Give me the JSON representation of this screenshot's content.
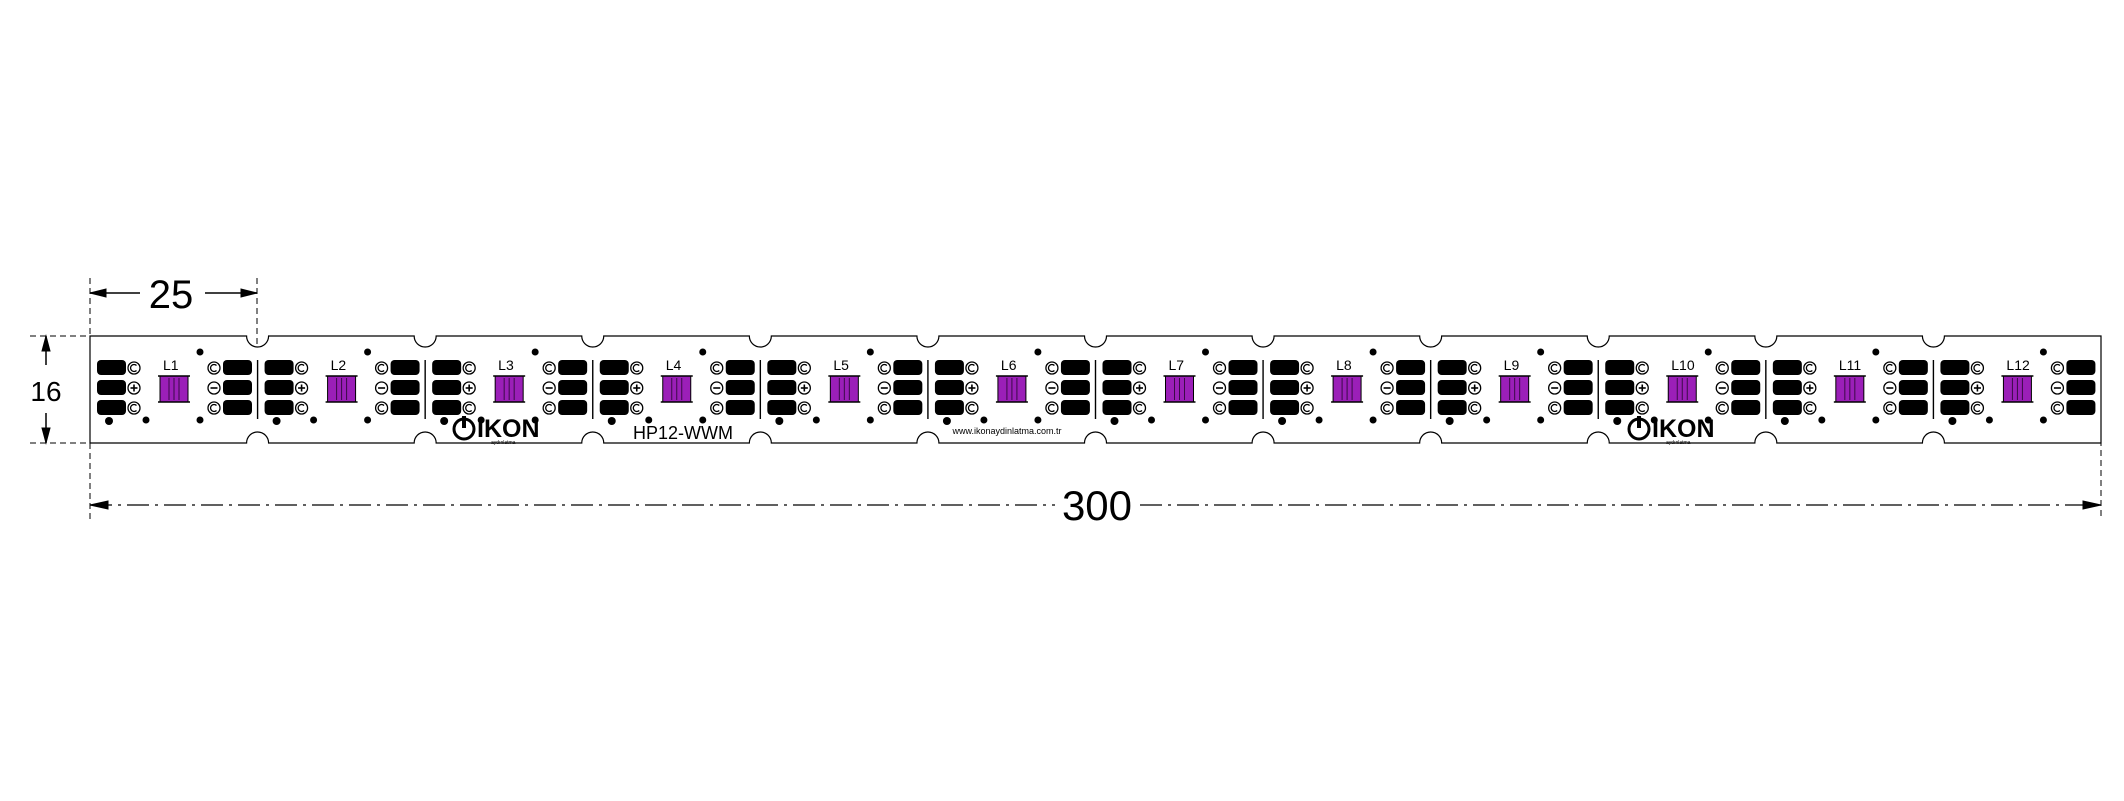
{
  "dimensions": {
    "segment_width": "25",
    "strip_height": "16",
    "total_length": "300"
  },
  "board": {
    "model": "HP12-WWM",
    "website": "www.ikonaydinlatma.com.tr",
    "logo_text": "IKON",
    "logo_subtext": "aydınlatma",
    "led_color": "#9b1fb8",
    "pad_color": "#000000"
  },
  "segments": [
    {
      "label": "L1"
    },
    {
      "label": "L2"
    },
    {
      "label": "L3"
    },
    {
      "label": "L4"
    },
    {
      "label": "L5"
    },
    {
      "label": "L6"
    },
    {
      "label": "L7"
    },
    {
      "label": "L8"
    },
    {
      "label": "L9"
    },
    {
      "label": "L10"
    },
    {
      "label": "L11"
    },
    {
      "label": "L12"
    }
  ]
}
